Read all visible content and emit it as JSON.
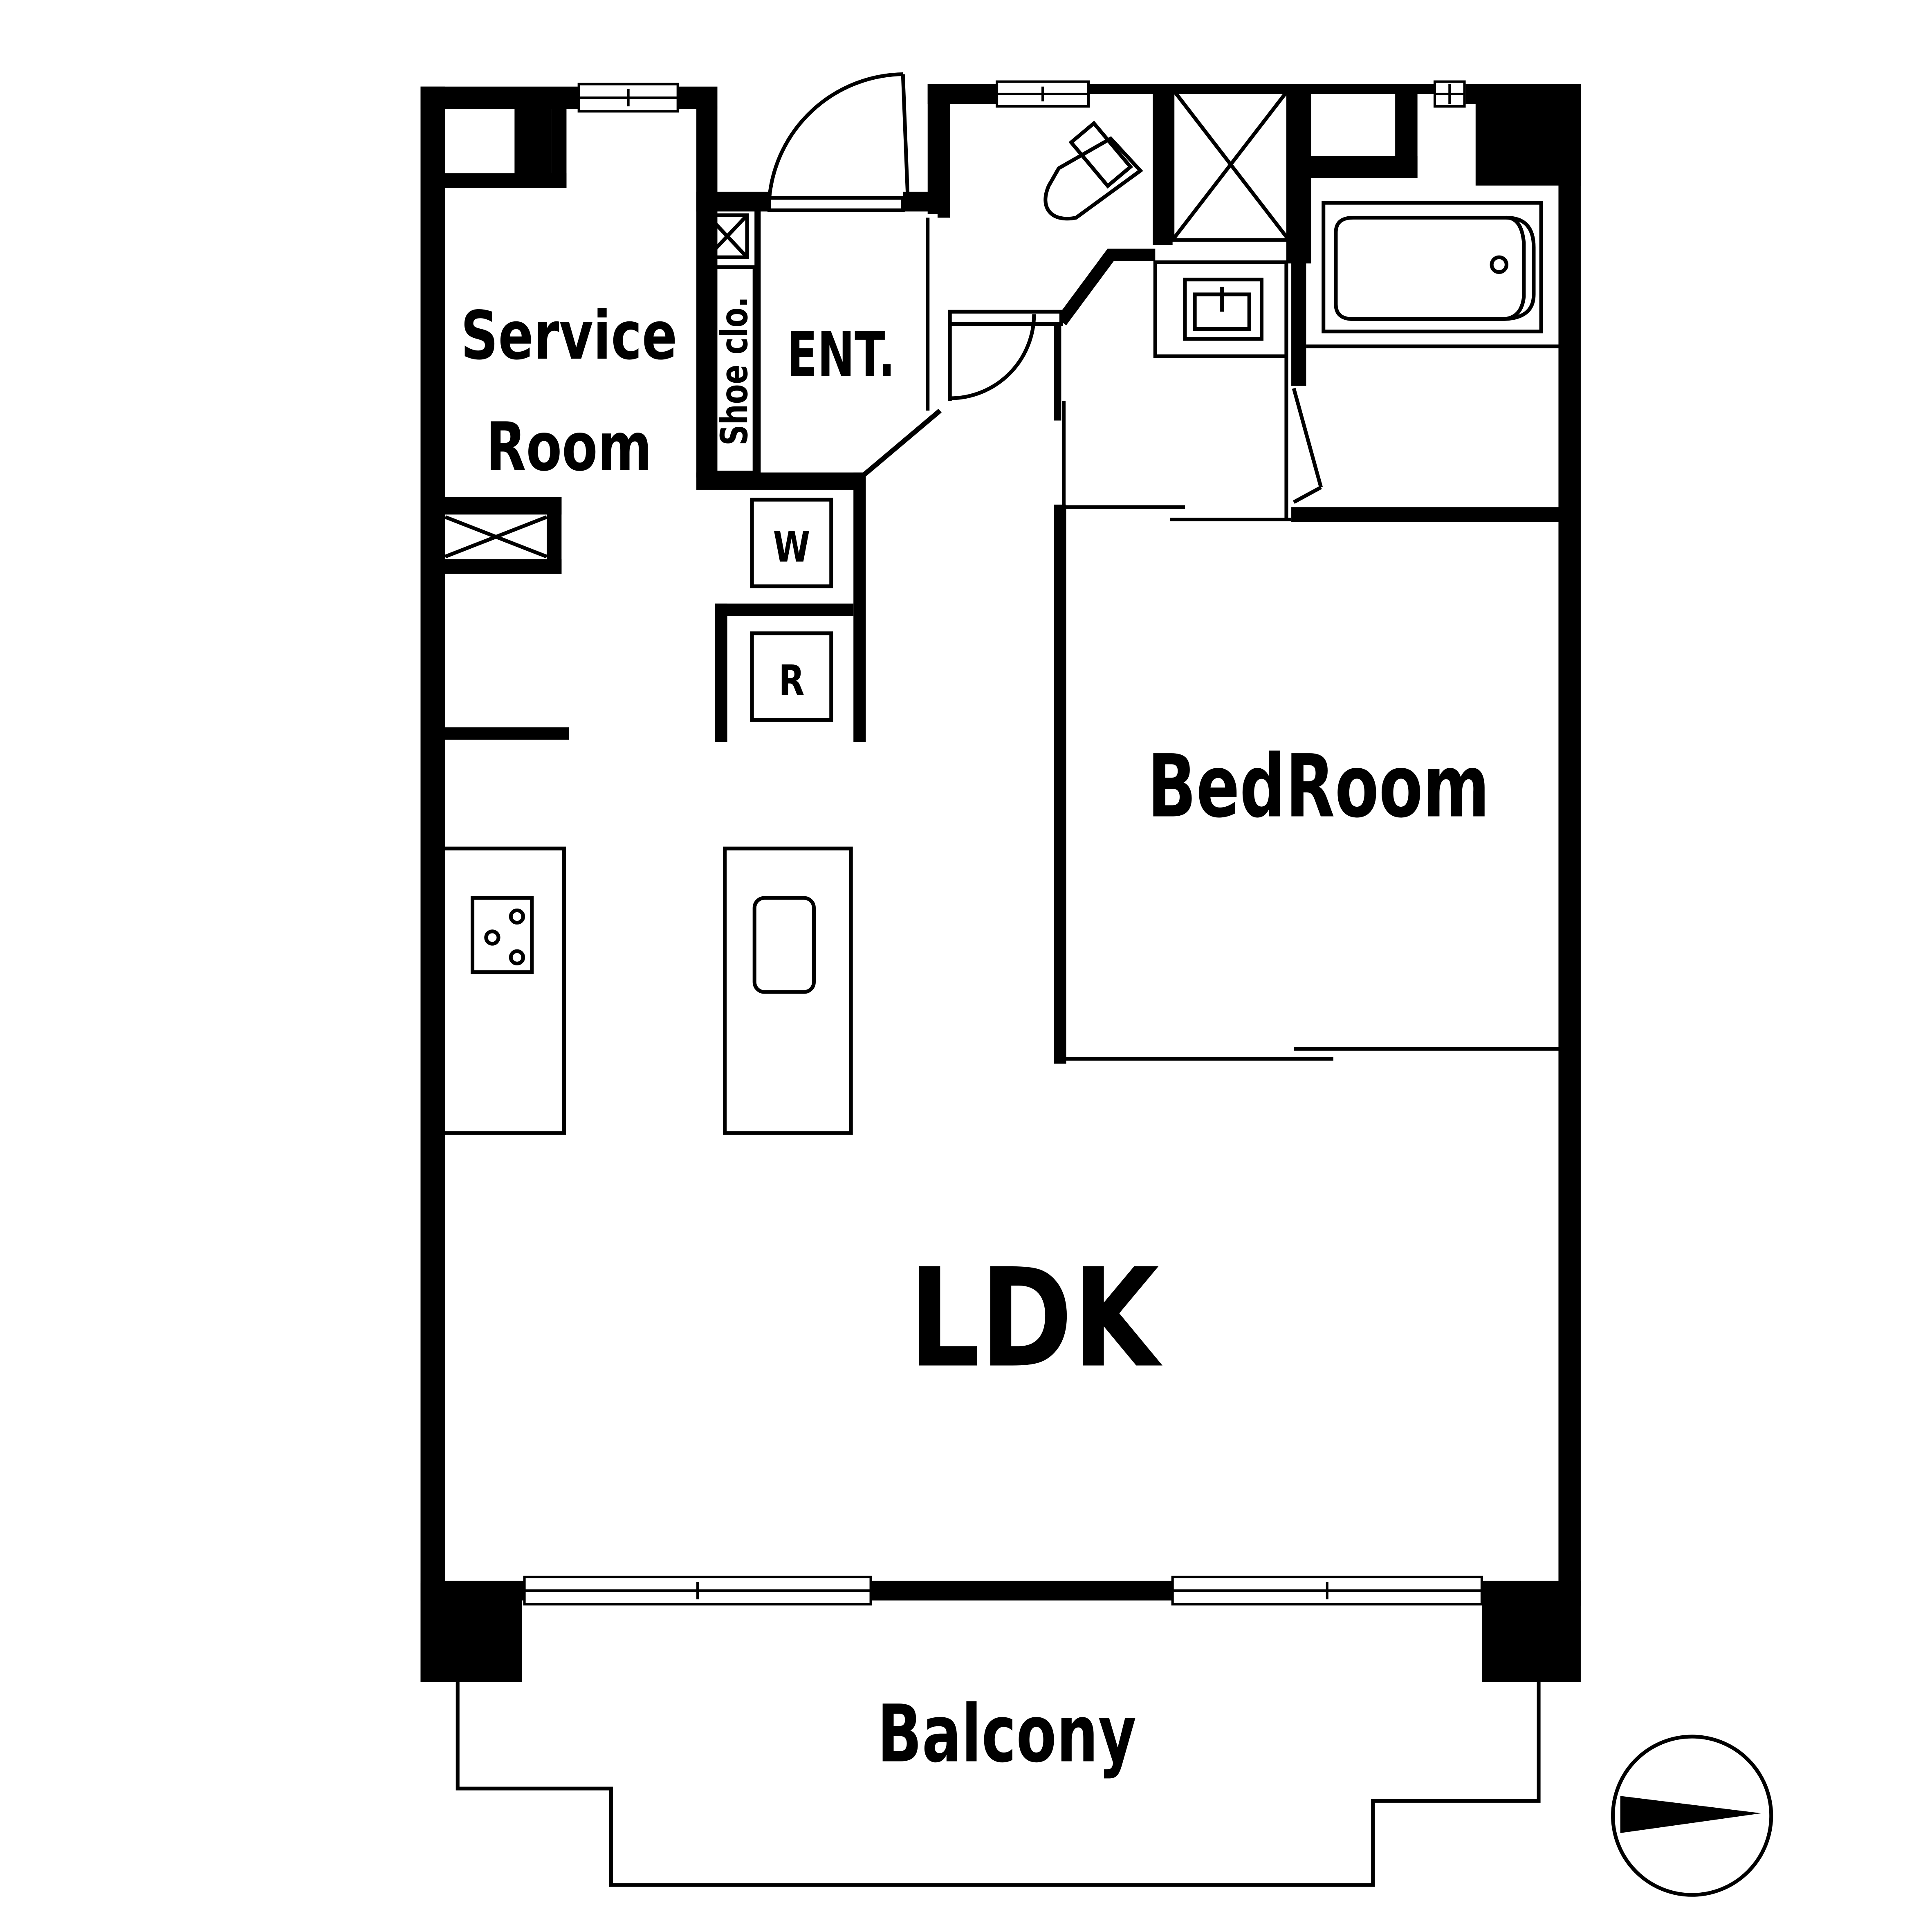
{
  "labels": {
    "service_room_line1": "Service",
    "service_room_line2": "Room",
    "shoe_closet": "Shoe clo.",
    "entrance": "ENT.",
    "washer": "W",
    "refrigerator": "R",
    "bedroom": "BedRoom",
    "ldk": "LDK",
    "balcony": "Balcony"
  },
  "colors": {
    "wall": "#000000",
    "background": "#ffffff"
  },
  "icons": {
    "compass": "north-arrow-icon",
    "toilet": "toilet-icon",
    "bathtub": "bathtub-icon",
    "wash_basin": "wash-basin-icon",
    "stove": "stove-icon",
    "sink": "kitchen-sink-icon"
  }
}
